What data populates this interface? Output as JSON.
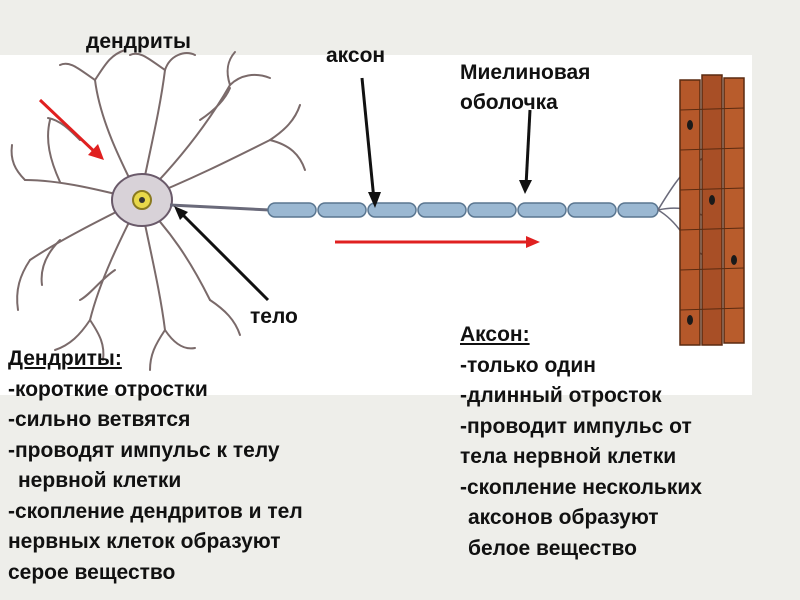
{
  "labels": {
    "dendrites": "дендриты",
    "axon": "аксон",
    "myelin_line1": "Миелиновая",
    "myelin_line2": "оболочка",
    "body": "тело"
  },
  "left_block": {
    "title": "Дендриты:",
    "lines": [
      "-короткие отростки",
      "-сильно ветвятся",
      "-проводят импульс к телу",
      " нервной клетки",
      "-скопление дендритов и тел",
      "нервных клеток образуют",
      "серое вещество"
    ]
  },
  "right_block": {
    "title": "Аксон:",
    "lines": [
      "-только один",
      "-длинный отросток",
      "-проводит импульс от",
      "тела нервной клетки",
      "-скопление нескольких",
      " аксонов образуют",
      " белое вещество"
    ]
  },
  "colors": {
    "arrow_red": "#e02020",
    "arrow_black": "#111111",
    "myelin": "#8fb0cc",
    "muscle": "#b5582a",
    "nucleus": "#e8d84a"
  }
}
